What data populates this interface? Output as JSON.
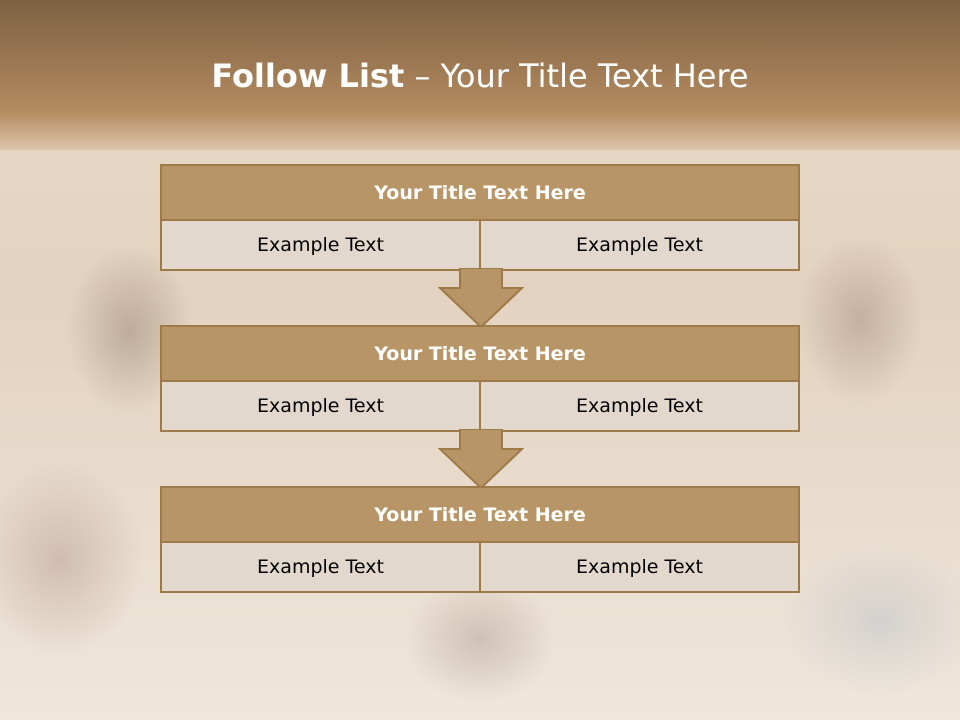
{
  "slide": {
    "title_bold": "Follow List",
    "title_rest": "– Your Title Text Here",
    "blocks": [
      {
        "title": "Your Title Text Here",
        "left": "Example Text",
        "right": "Example Text"
      },
      {
        "title": "Your Title Text Here",
        "left": "Example Text",
        "right": "Example Text"
      },
      {
        "title": "Your Title Text Here",
        "left": "Example Text",
        "right": "Example Text"
      }
    ]
  },
  "colors": {
    "header_band": "#9a7752",
    "box_title_fill": "#b89566",
    "box_border": "#9e7a48",
    "cell_fill": "#e3d8ce",
    "arrow_fill": "#b89566"
  },
  "icons": [
    "down-arrow-icon"
  ]
}
